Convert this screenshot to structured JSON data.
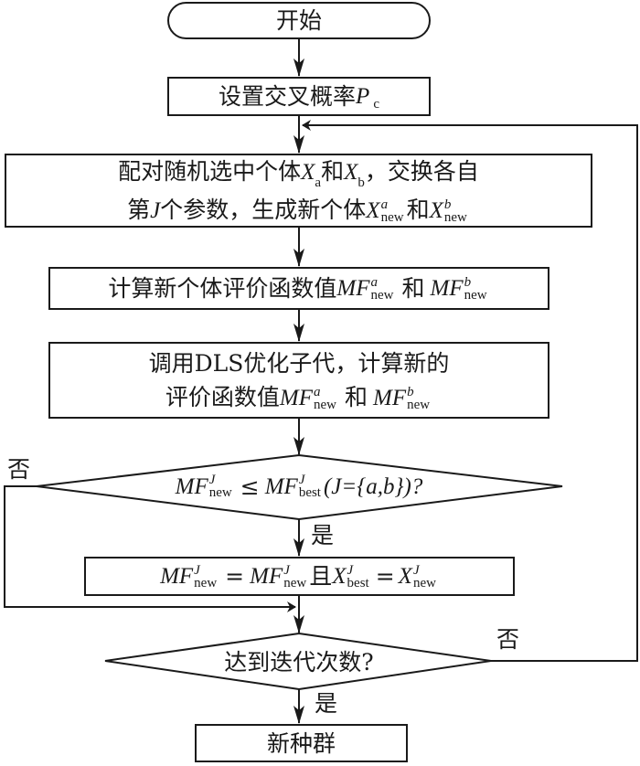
{
  "diagram": {
    "type": "flowchart",
    "nodes": {
      "start": {
        "text": "开始"
      },
      "set_prob": {
        "text": "设置交叉概率",
        "var": "P",
        "var_sub": "c"
      },
      "pair_select": {
        "line1_a": "配对随机选中个体",
        "x": "X",
        "sub_a": "a",
        "and": "和",
        "sub_b": "b",
        "line1_b": "，交换各自",
        "line2_a": "第",
        "j": "J",
        "line2_b": "个参数，生成新个体",
        "sup_a": "a",
        "sup_b": "b",
        "new": "new"
      },
      "calc_eval": {
        "text": "计算新个体评价函数值",
        "mf": "MF",
        "sup_a": "a",
        "sup_b": "b",
        "new": "new",
        "and": "和"
      },
      "dls_opt": {
        "line1": "调用DLS优化子代，计算新的",
        "line2": "评价函数值",
        "mf": "MF",
        "sup_a": "a",
        "sup_b": "b",
        "new": "new",
        "and": "和"
      },
      "compare": {
        "mf": "MF",
        "j": "J",
        "new": "new",
        "op": "≤",
        "best": "best",
        "cond": "(J={a,b})?"
      },
      "update": {
        "mf": "MF",
        "j": "J",
        "new": "new",
        "eq": "=",
        "qie": "且",
        "x": "X",
        "best": "best"
      },
      "iter_check": {
        "text": "达到迭代次数?"
      },
      "end": {
        "text": "新种群"
      }
    },
    "edge_labels": {
      "compare_no": "否",
      "compare_yes": "是",
      "iter_no": "否",
      "iter_yes": "是"
    },
    "colors": {
      "stroke": "#1a1a1a",
      "background": "#ffffff"
    }
  }
}
